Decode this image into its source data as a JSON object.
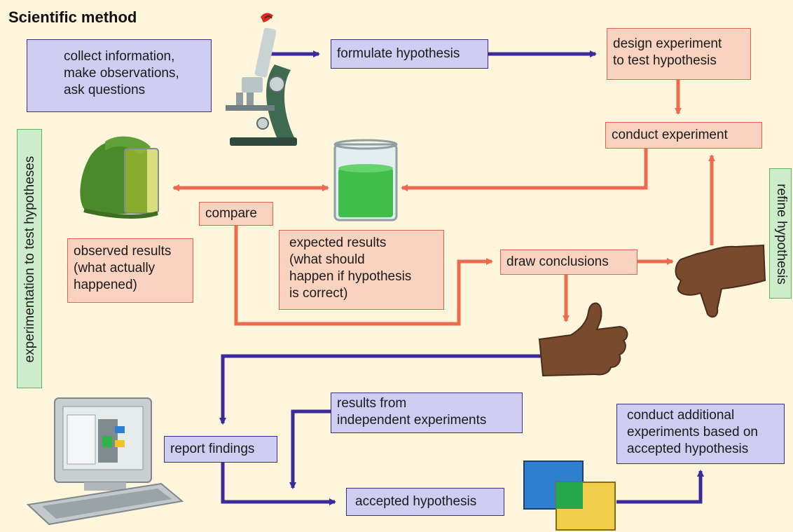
{
  "title": "Scientific method",
  "icons": {
    "question": "?",
    "question_color": "#e3261c"
  },
  "boxes": {
    "collect": [
      "collect information,",
      "make observations,",
      "ask questions"
    ],
    "formulate": "formulate hypothesis",
    "design": [
      "design experiment",
      "to test hypothesis"
    ],
    "conduct": "conduct experiment",
    "compare": "compare",
    "observed": [
      "observed results",
      "(what actually",
      "happened)"
    ],
    "expected": [
      "expected results",
      "(what should",
      "happen if hypothesis",
      "is correct)"
    ],
    "draw": "draw conclusions",
    "report": "report findings",
    "independent": [
      "results from",
      "independent experiments"
    ],
    "accepted": "accepted hypothesis",
    "additional": [
      "conduct additional",
      "experiments based on",
      "accepted hypothesis"
    ]
  },
  "side_labels": {
    "left": "experimentation to test hypotheses",
    "right": "refine hypothesis"
  },
  "colors": {
    "blue_arrow": "#3a2a9a",
    "salmon_arrow": "#ee6a4f",
    "blue_box": "#cfcdf1",
    "salmon_box": "#f9d3c0",
    "green_box": "#cdeccc"
  }
}
